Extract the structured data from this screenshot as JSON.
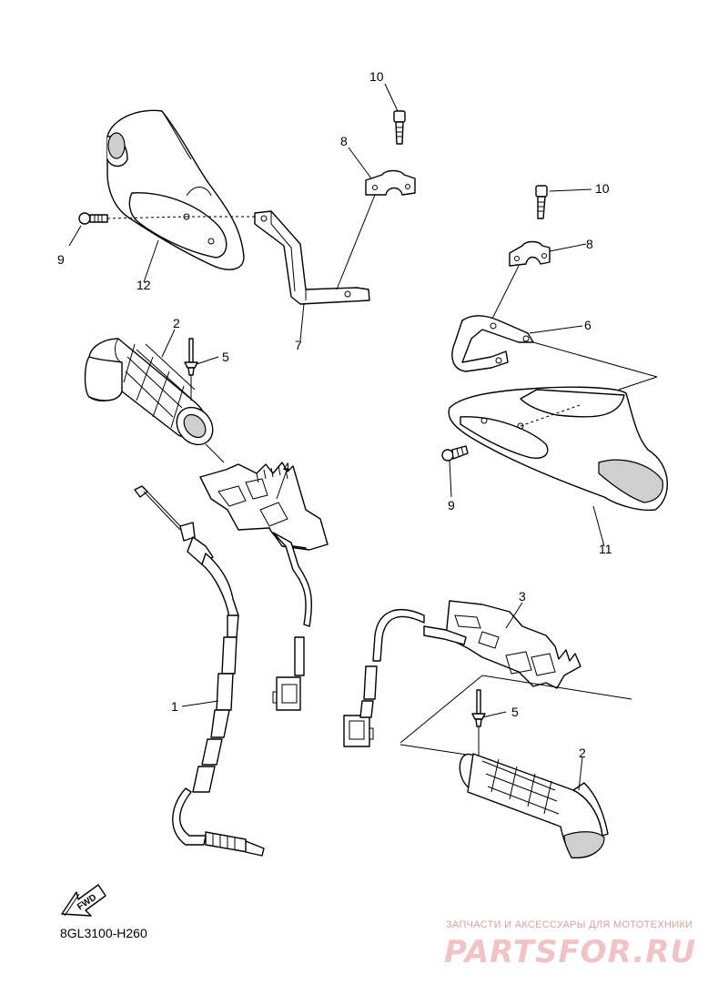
{
  "diagram": {
    "code": "8GL3100-H260",
    "fwd_label": "FWD",
    "callouts": [
      "10",
      "8",
      "9",
      "12",
      "7",
      "2",
      "5",
      "4",
      "1",
      "10",
      "8",
      "6",
      "9",
      "11",
      "3",
      "5",
      "2"
    ]
  },
  "watermark": {
    "tagline": "ЗАПЧАСТИ И АКСЕССУАРЫ ДЛЯ МОТОТЕХНИКИ",
    "logo": "PARTSFOR.RU",
    "color": "#e8a7ab"
  }
}
